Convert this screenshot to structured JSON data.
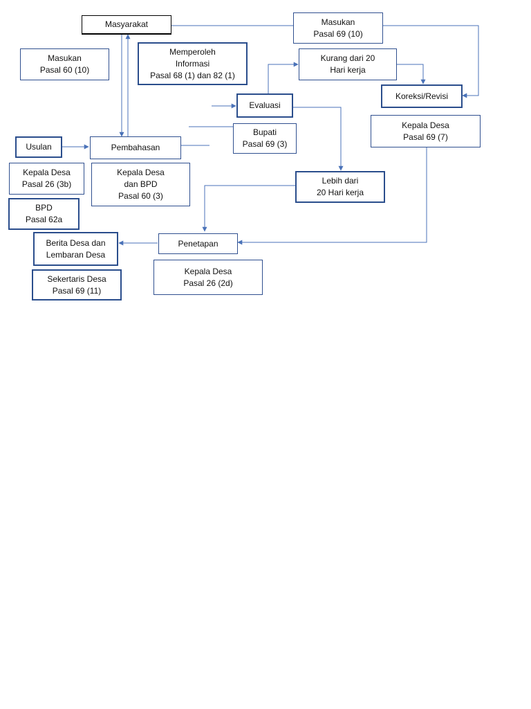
{
  "nodes": {
    "masyarakat": "Masyarakat",
    "masukan_69": "Masukan\nPasal 69 (10)",
    "masukan_60": "Masukan\nPasal 60 (10)",
    "memperoleh": "Memperoleh\nInformasi\nPasal 68 (1) dan 82 (1)",
    "kurang": "Kurang dari 20\nHari kerja",
    "koreksi": "Koreksi/Revisi",
    "evaluasi": "Evaluasi",
    "bupati": "Bupati\nPasal 69 (3)",
    "kepala_desa_69_7": "Kepala Desa\nPasal 69 (7)",
    "usulan": "Usulan",
    "pembahasan": "Pembahasan",
    "kepala_desa_26_3b": "Kepala Desa\nPasal 26 (3b)",
    "kepala_desa_bpd": "Kepala Desa\ndan BPD\nPasal 60 (3)",
    "lebih": "Lebih dari\n20 Hari kerja",
    "bpd": "BPD\nPasal 62a",
    "berita": "Berita Desa dan\nLembaran Desa",
    "penetapan": "Penetapan",
    "sekertaris": "Sekertaris Desa\nPasal 69 (11)",
    "kepala_desa_26_2d": "Kepala Desa\nPasal 26 (2d)"
  },
  "colors": {
    "line": "#4a72b8",
    "border": "#2f4f8f"
  }
}
